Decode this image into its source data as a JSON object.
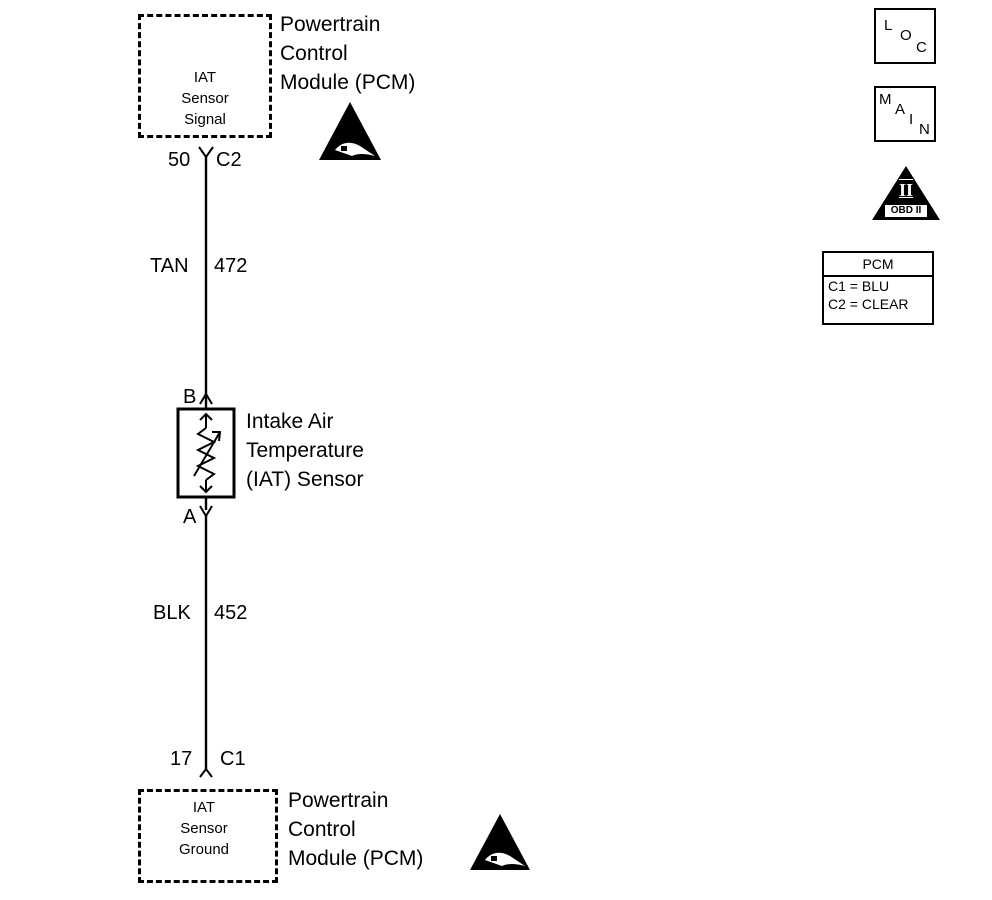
{
  "top_module": {
    "name_lines": [
      "Powertrain",
      "Control",
      "Module (PCM)"
    ],
    "circuit_lines": [
      "IAT",
      "Sensor",
      "Signal"
    ],
    "pin_number": "50",
    "connector": "C2"
  },
  "wire_top": {
    "color": "TAN",
    "circuit": "472"
  },
  "sensor": {
    "pin_top": "B",
    "pin_bottom": "A",
    "name_lines": [
      "Intake Air",
      "Temperature",
      "(IAT) Sensor"
    ]
  },
  "wire_bottom": {
    "color": "BLK",
    "circuit": "452"
  },
  "bottom_module": {
    "name_lines": [
      "Powertrain",
      "Control",
      "Module (PCM)"
    ],
    "circuit_lines": [
      "IAT",
      "Sensor",
      "Ground"
    ],
    "pin_number": "17",
    "connector": "C1"
  },
  "legend": {
    "loc_icon": {
      "letters": [
        "L",
        "O",
        "C"
      ]
    },
    "main_icon": {
      "letters": [
        "M",
        "A",
        "I",
        "N"
      ]
    },
    "obd_icon": {
      "mark": "II",
      "label": "OBD II"
    },
    "pcm_table": {
      "title": "PCM",
      "rows": [
        "C1 = BLU",
        "C2 = CLEAR"
      ]
    }
  },
  "icons": [
    "esd-warning-icon",
    "loc-icon",
    "main-icon",
    "obd-ii-icon",
    "thermistor-icon"
  ]
}
